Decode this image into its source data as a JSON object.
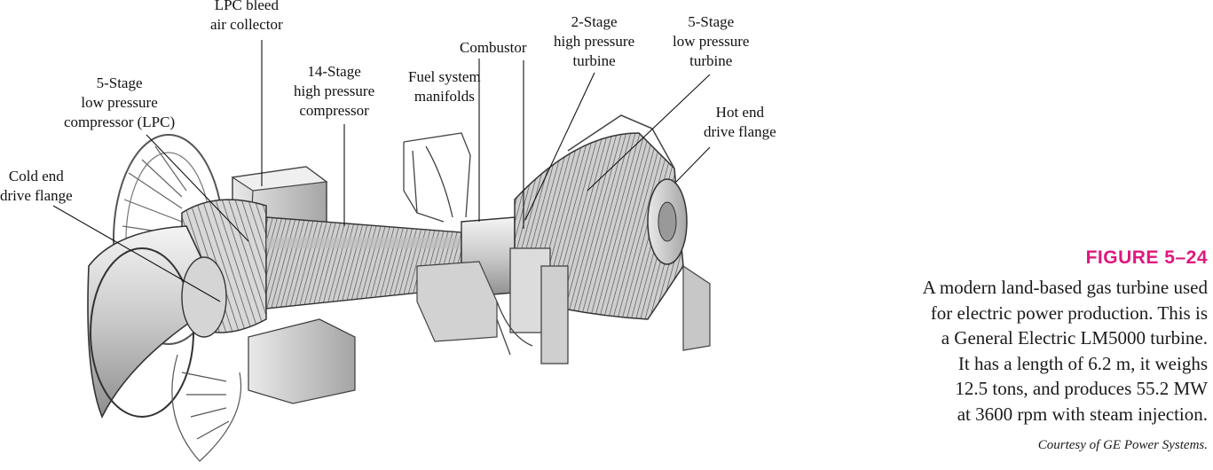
{
  "labels": {
    "lpc_bleed": "LPC bleed\nair collector",
    "combustor": "Combustor",
    "hpt": "2-Stage\nhigh pressure\nturbine",
    "lpt": "5-Stage\nlow pressure\nturbine",
    "hpc": "14-Stage\nhigh pressure\ncompressor",
    "fuel": "Fuel system\nmanifolds",
    "lpc": "5-Stage\nlow pressure\ncompressor (LPC)",
    "hot_flange": "Hot end\ndrive flange",
    "cold_flange": "Cold end\ndrive flange"
  },
  "caption": {
    "figure_number": "FIGURE 5–24",
    "text": "A modern land-based gas turbine used\nfor electric power production. This is\na General Electric LM5000 turbine.\nIt has a length of 6.2 m, it weighs\n12.5 tons, and produces 55.2 MW\nat 3600 rpm with steam injection.",
    "credit": "Courtesy of GE Power Systems.",
    "accent_color": "#e0177d"
  }
}
